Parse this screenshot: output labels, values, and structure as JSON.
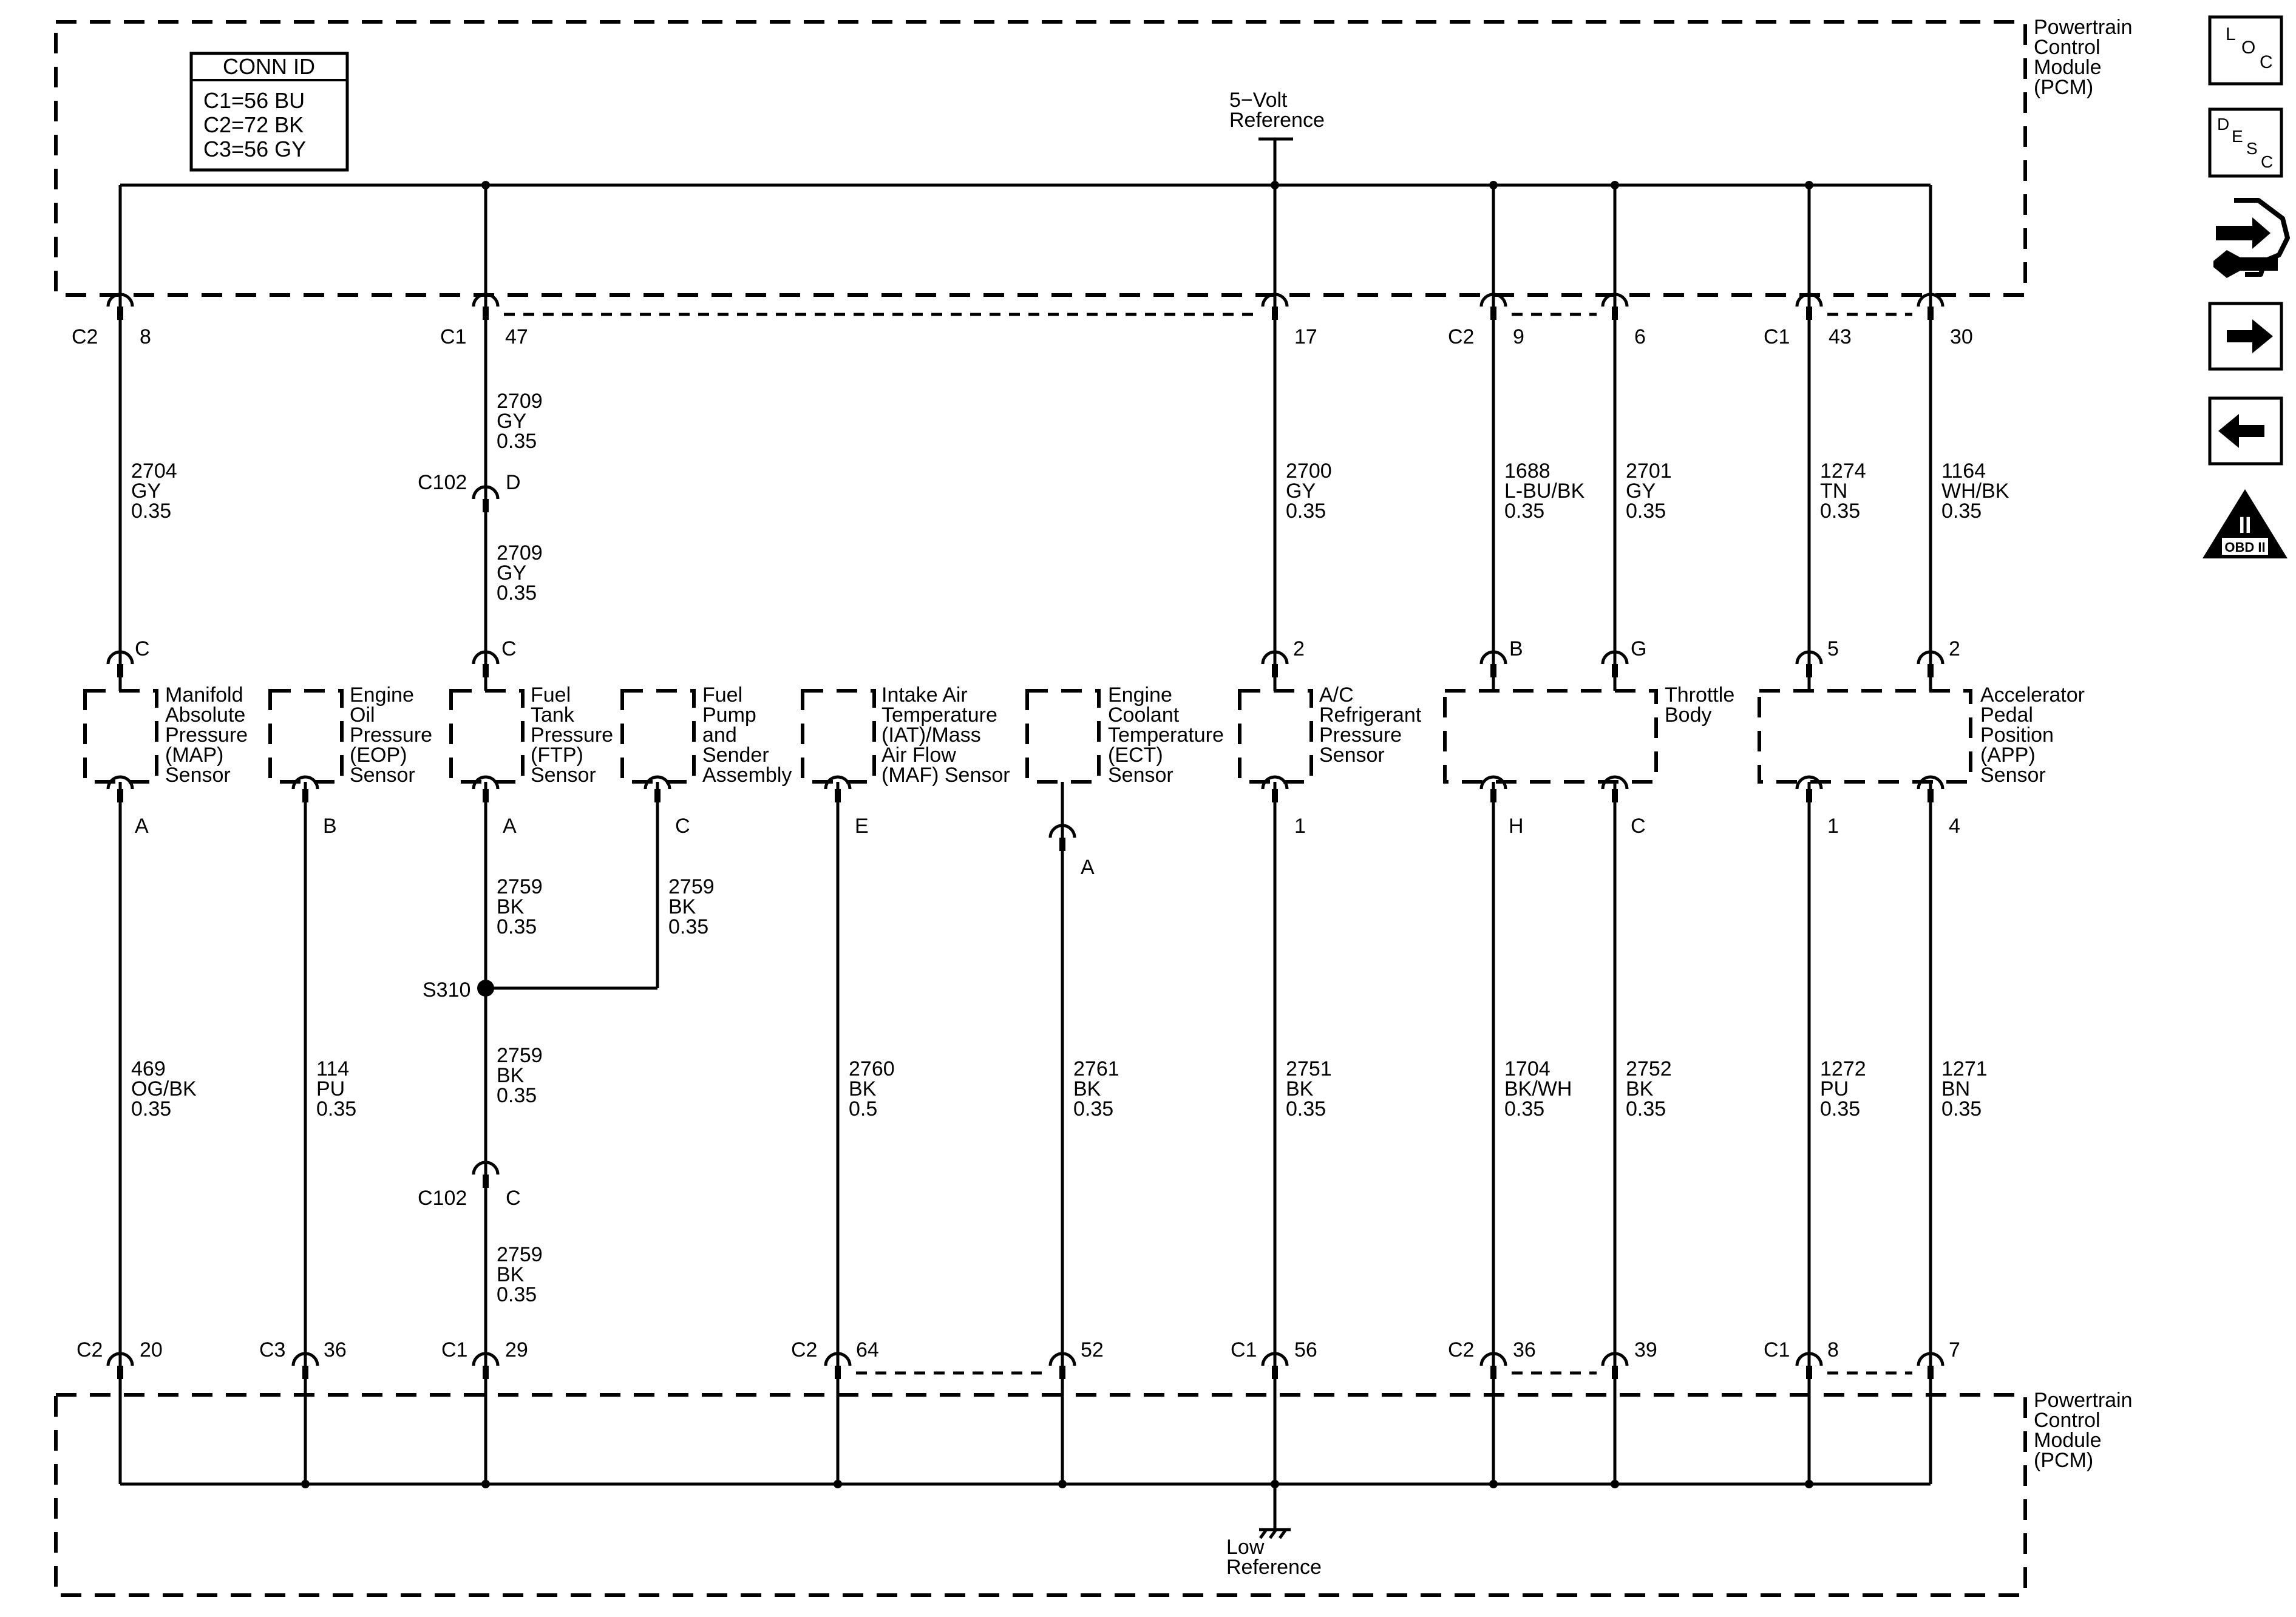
{
  "pcm": {
    "name": [
      "Powertrain",
      "Control",
      "Module",
      "(PCM)"
    ]
  },
  "conn_id": {
    "title": "CONN ID",
    "rows": [
      "C1=56 BU",
      "C2=72 BK",
      "C3=56 GY"
    ]
  },
  "five_volt": [
    "5−Volt",
    "Reference"
  ],
  "low_ref": [
    "Low",
    "Reference"
  ],
  "side_icons": [
    {
      "name": "loc-icon",
      "label": "LOC"
    },
    {
      "name": "desc-icon",
      "label": "DESC"
    },
    {
      "name": "repair-icon",
      "label": ""
    },
    {
      "name": "next-arrow-icon",
      "label": ""
    },
    {
      "name": "prev-arrow-icon",
      "label": ""
    },
    {
      "name": "obd-ii-icon",
      "label": "OBD II",
      "mark": "II"
    }
  ],
  "top_wires": [
    {
      "conn": "C2",
      "pin": "8",
      "circuit": [
        "2704",
        "GY",
        "0.35"
      ],
      "sensor_pin": "C"
    },
    {
      "conn": "C1",
      "pin": "47",
      "circuit": [
        "2709",
        "GY",
        "0.35"
      ],
      "inline_conn": "C102",
      "inline_pin": "D",
      "circuit2": [
        "2709",
        "GY",
        "0.35"
      ],
      "sensor_pin": "C"
    },
    {
      "conn": "",
      "pin": "17",
      "circuit": [
        "2700",
        "GY",
        "0.35"
      ],
      "sensor_pin": "2"
    },
    {
      "conn": "C2",
      "pin": "9",
      "circuit": [
        "1688",
        "L-BU/BK",
        "0.35"
      ],
      "sensor_pin": "B"
    },
    {
      "conn": "",
      "pin": "6",
      "circuit": [
        "2701",
        "GY",
        "0.35"
      ],
      "sensor_pin": "G"
    },
    {
      "conn": "C1",
      "pin": "43",
      "circuit": [
        "1274",
        "TN",
        "0.35"
      ],
      "sensor_pin": "5"
    },
    {
      "conn": "",
      "pin": "30",
      "circuit": [
        "1164",
        "WH/BK",
        "0.35"
      ],
      "sensor_pin": "2"
    }
  ],
  "sensors": [
    {
      "id": "map",
      "label": [
        "Manifold",
        "Absolute",
        "Pressure",
        "(MAP)",
        "Sensor"
      ]
    },
    {
      "id": "eop",
      "label": [
        "Engine",
        "Oil",
        "Pressure",
        "(EOP)",
        "Sensor"
      ]
    },
    {
      "id": "ftp",
      "label": [
        "Fuel",
        "Tank",
        "Pressure",
        "(FTP)",
        "Sensor"
      ]
    },
    {
      "id": "fuel-pump",
      "label": [
        "Fuel",
        "Pump",
        "and",
        "Sender",
        "Assembly"
      ]
    },
    {
      "id": "iat-maf",
      "label": [
        "Intake Air",
        "Temperature",
        "(IAT)/Mass",
        "Air Flow",
        "(MAF) Sensor"
      ]
    },
    {
      "id": "ect",
      "label": [
        "Engine",
        "Coolant",
        "Temperature",
        "(ECT)",
        "Sensor"
      ]
    },
    {
      "id": "ac-pressure",
      "label": [
        "A/C",
        "Refrigerant",
        "Pressure",
        "Sensor"
      ]
    },
    {
      "id": "throttle-body",
      "label": [
        "Throttle",
        "Body"
      ]
    },
    {
      "id": "app",
      "label": [
        "Accelerator",
        "Pedal",
        "Position",
        "(APP)",
        "Sensor"
      ]
    }
  ],
  "bottom_wires": [
    {
      "sensor_pin": "A",
      "circuit": [
        "469",
        "OG/BK",
        "0.35"
      ],
      "conn": "C2",
      "pin": "20"
    },
    {
      "sensor_pin": "B",
      "circuit": [
        "114",
        "PU",
        "0.35"
      ],
      "conn": "C3",
      "pin": "36"
    },
    {
      "sensor_pin": "A",
      "circuit": [
        "2759",
        "BK",
        "0.35"
      ],
      "splice": "S310",
      "circuit2": [
        "2759",
        "BK",
        "0.35"
      ],
      "inline_conn": "C102",
      "inline_pin": "C",
      "circuit3": [
        "2759",
        "BK",
        "0.35"
      ],
      "conn": "C1",
      "pin": "29"
    },
    {
      "sensor_pin": "C",
      "circuit": [
        "2759",
        "BK",
        "0.35"
      ]
    },
    {
      "sensor_pin": "E",
      "circuit": [
        "2760",
        "BK",
        "0.5"
      ],
      "conn": "C2",
      "pin": "64"
    },
    {
      "sensor_pin": "A",
      "circuit": [
        "2761",
        "BK",
        "0.35"
      ],
      "conn": "",
      "pin": "52"
    },
    {
      "sensor_pin": "1",
      "circuit": [
        "2751",
        "BK",
        "0.35"
      ],
      "conn": "C1",
      "pin": "56"
    },
    {
      "sensor_pin": "H",
      "circuit": [
        "1704",
        "BK/WH",
        "0.35"
      ],
      "conn": "C2",
      "pin": "36"
    },
    {
      "sensor_pin": "C",
      "circuit": [
        "2752",
        "BK",
        "0.35"
      ],
      "conn": "",
      "pin": "39"
    },
    {
      "sensor_pin": "1",
      "circuit": [
        "1272",
        "PU",
        "0.35"
      ],
      "conn": "C1",
      "pin": "8"
    },
    {
      "sensor_pin": "4",
      "circuit": [
        "1271",
        "BN",
        "0.35"
      ],
      "conn": "",
      "pin": "7"
    }
  ]
}
